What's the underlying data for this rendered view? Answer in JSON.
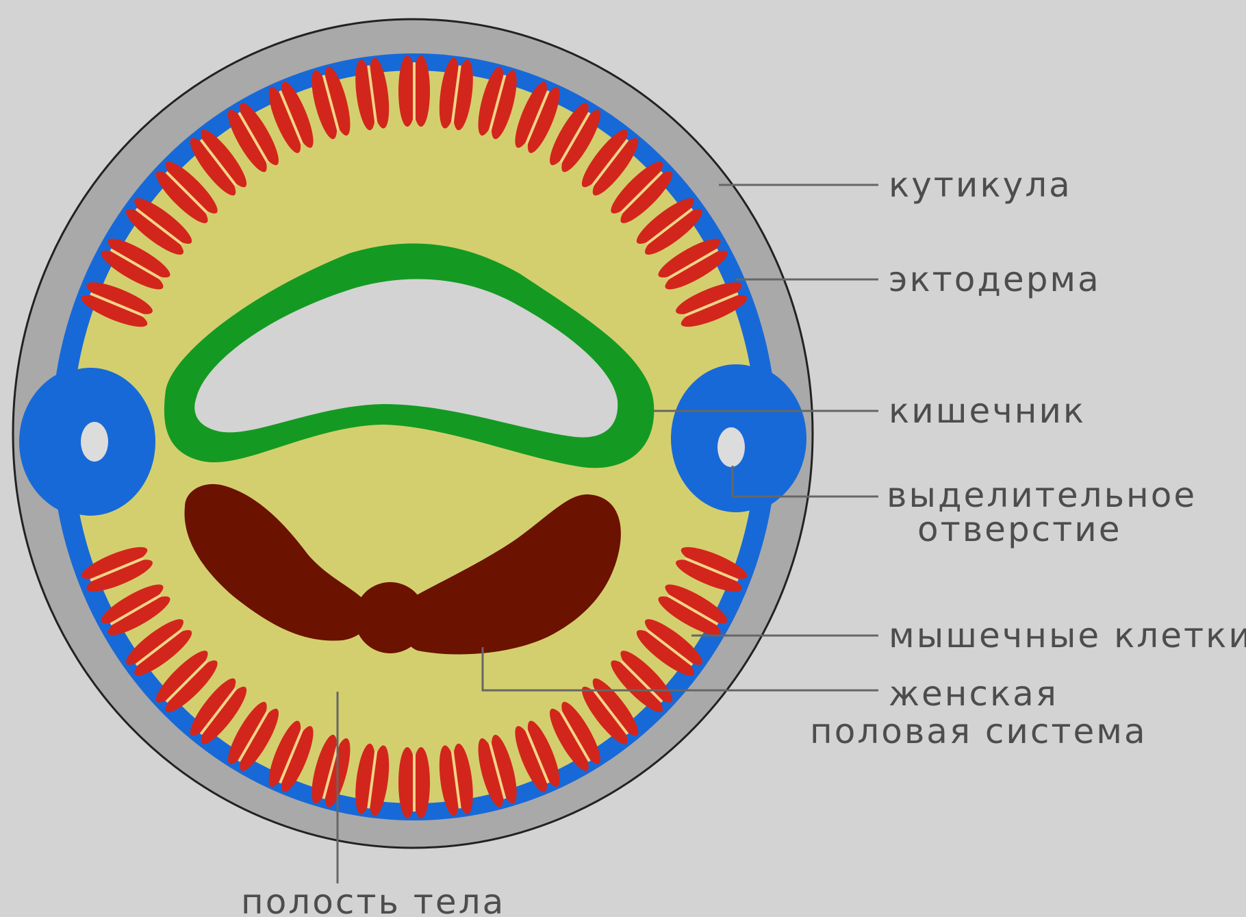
{
  "diagram": {
    "labels": {
      "cuticle": "кутикула",
      "ectoderm": "эктодерма",
      "intestine": "кишечник",
      "excretory_1": "выделительное",
      "excretory_2": "отверстие",
      "muscle": "мышечные клетки",
      "female_1": "женская",
      "female_2": "половая система",
      "cavity": "полость тела"
    },
    "colors": {
      "background": "#d3d3d3",
      "cuticle": "#a9a9a9",
      "ectoderm": "#1769d8",
      "body_cavity": "#d4cf6e",
      "muscle": "#d2261c",
      "muscle_stripe": "#f2d488",
      "intestine": "#149a22",
      "intestine_lumen": "#d3d3d3",
      "reproductive": "#6b1200",
      "leader_line": "#666666",
      "text": "#4d4d4d"
    }
  }
}
